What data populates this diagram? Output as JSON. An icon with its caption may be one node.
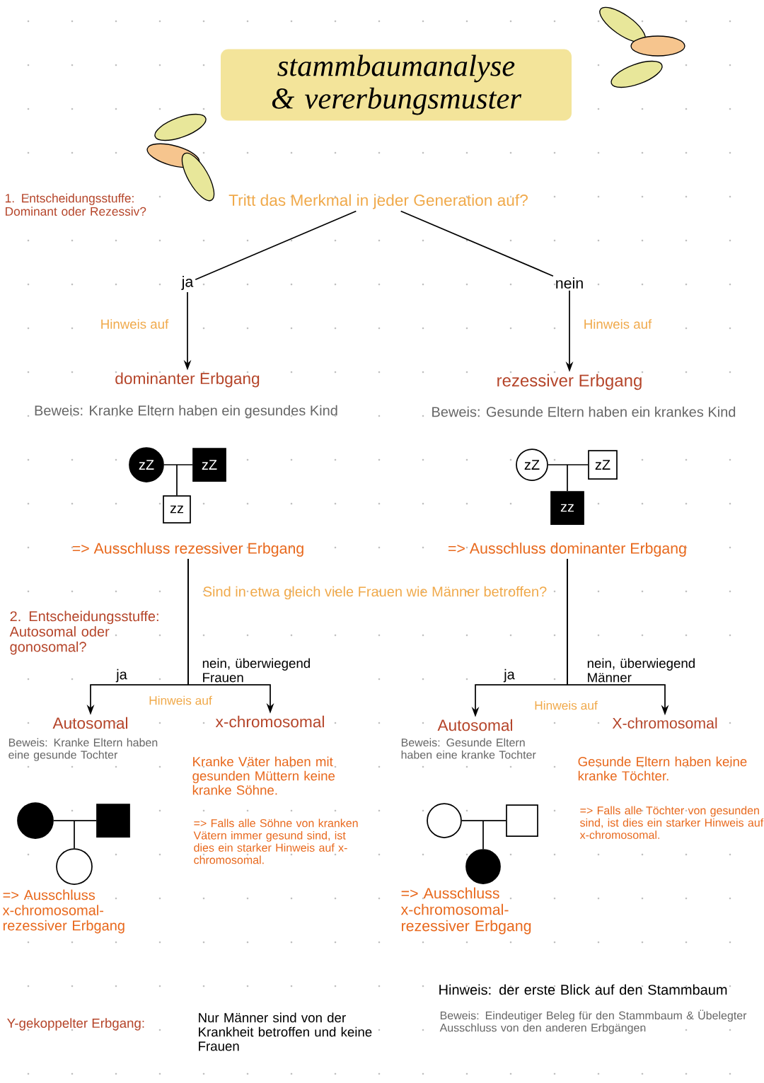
{
  "diagram": {
    "title": "stammbaumanalyse & vererbungsmuster",
    "nodes": [
      {
        "text": [
          "Tritt das Merkmal in jeder Generation auf?"
        ]
      },
      {
        "text": [
          "ja"
        ]
      },
      {
        "text": [
          "nein"
        ]
      },
      {
        "text": [
          "dominanter Erbgang"
        ],
        "beside": [
          "Beweis: Kranke Eltern haben ein gesundes Kind"
        ]
      },
      {
        "text": [
          "rezessiver Erbgang"
        ],
        "beside": [
          "Beweis: Gesunde Eltern haben ein krankes Kind"
        ]
      },
      {
        "text": [
          "zZ"
        ]
      },
      {
        "text": [
          "zZ"
        ]
      },
      {
        "text": [
          "zz"
        ]
      },
      {
        "text": [
          "zZ"
        ]
      },
      {
        "text": [
          "zZ"
        ]
      },
      {
        "text": [
          "zz"
        ]
      },
      {
        "text": [
          "=> Ausschluss rezessiver Erbgang"
        ]
      },
      {
        "text": [
          "=> Ausschluss dominanter Erbgang"
        ]
      },
      {
        "text": [
          "Autosomal"
        ],
        "beside": [
          "Beweis: Kranke Eltern haben eine gesunde Tochter"
        ]
      },
      {
        "text": [
          "x-chromosomal"
        ]
      },
      {
        "text": [
          "Autosomal"
        ],
        "beside": [
          "Beweis: Gesunde Eltern haben eine kranke Tochter"
        ]
      },
      {
        "text": [
          "X-chromosomal"
        ]
      },
      {
        "text": [],
        "shape": "circle"
      },
      {
        "text": [],
        "shape": "box"
      },
      {
        "text": [],
        "shape": "circle"
      },
      {
        "text": [],
        "shape": "circle"
      },
      {
        "text": [],
        "shape": "box"
      },
      {
        "text": [],
        "shape": "circle"
      }
    ],
    "edges": [
      {
        "from": 0,
        "to": 1,
        "arrow": "none"
      },
      {
        "from": 0,
        "to": 2,
        "arrow": "none"
      },
      {
        "from": 1,
        "to": 3,
        "arrow": "to",
        "label": "Hinweis auf"
      },
      {
        "from": 2,
        "to": 4,
        "arrow": "to",
        "label": "Hinweis auf"
      },
      {
        "from": 5,
        "to": 6,
        "arrow": "none"
      },
      {
        "from": null,
        "to": 7,
        "arrow": "none"
      },
      {
        "from": 8,
        "to": 9,
        "arrow": "none"
      },
      {
        "from": null,
        "to": 10,
        "arrow": "none"
      },
      {
        "from": 11,
        "to": 13,
        "arrow": "to",
        "label": "ja"
      },
      {
        "from": 11,
        "to": 14,
        "arrow": "to",
        "label": "nein, überwiegend Frauen"
      },
      {
        "from": 12,
        "to": 15,
        "arrow": "to",
        "label": "ja"
      },
      {
        "from": 12,
        "to": 16,
        "arrow": "to",
        "label": "nein, überwiegend Männer"
      },
      {
        "from": 17,
        "to": 18,
        "arrow": "none"
      },
      {
        "from": null,
        "to": 19,
        "arrow": "none"
      },
      {
        "from": 20,
        "to": 21,
        "arrow": "none"
      },
      {
        "from": null,
        "to": 22,
        "arrow": "none"
      }
    ],
    "labels": [
      "1. Entscheidungsstuffe: Dominant oder Rezessiv?",
      "Sind in etwa gleich viele Frauen wie Männer betroffen?",
      "2. Entscheidungsstuffe: Autosomal oder gonosomal?",
      "Hinweis auf",
      "Hinweis auf",
      "Kranke Väter haben mit gesunden Müttern keine kranke Söhne.",
      "=> Falls alle Söhne von kranken Vätern immer gesund sind, ist dies ein starker Hinweis auf x-chromosomal.",
      "=> Ausschluss x-chromosomal-rezessiver Erbgang",
      "Gesunde Eltern haben keine kranke Töchter.",
      "=> Falls alle Töchter von gesunden sind, ist dies ein starker Hinweis auf x-chromosomal.",
      "=> Ausschluss x-chromosomal-rezessiver Erbgang",
      "Y-gekoppelter Erbgang:",
      "Nur Männer sind von der Krankheit betroffen und keine Frauen",
      "Hinweis: der erste Blick auf den Stammbaum",
      "Beweis: Eindeutiger Beleg für den Stammbaum & Übelegter Ausschluss von den anderen Erbgängen"
    ]
  }
}
